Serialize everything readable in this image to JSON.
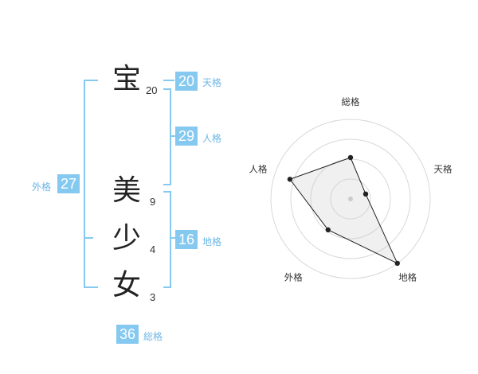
{
  "name": {
    "surname": [
      {
        "char": "宝",
        "strokes": "20"
      }
    ],
    "given": [
      {
        "char": "美",
        "strokes": "9"
      },
      {
        "char": "少",
        "strokes": "4"
      },
      {
        "char": "女",
        "strokes": "3"
      }
    ]
  },
  "kakusu": {
    "tenkaku": {
      "value": "20",
      "label": "天格"
    },
    "jinkaku": {
      "value": "29",
      "label": "人格"
    },
    "chikaku": {
      "value": "16",
      "label": "地格"
    },
    "gaikaku": {
      "value": "27",
      "label": "外格"
    },
    "soukaku": {
      "value": "36",
      "label": "総格"
    }
  },
  "colors": {
    "accent": "#86c9f0",
    "label": "#6db6e6"
  },
  "chart_data": {
    "type": "radar",
    "axes": [
      "総格",
      "天格",
      "地格",
      "外格",
      "人格"
    ],
    "rings": 4,
    "values_fraction": [
      0.52,
      0.2,
      1.0,
      0.48,
      0.8
    ]
  }
}
